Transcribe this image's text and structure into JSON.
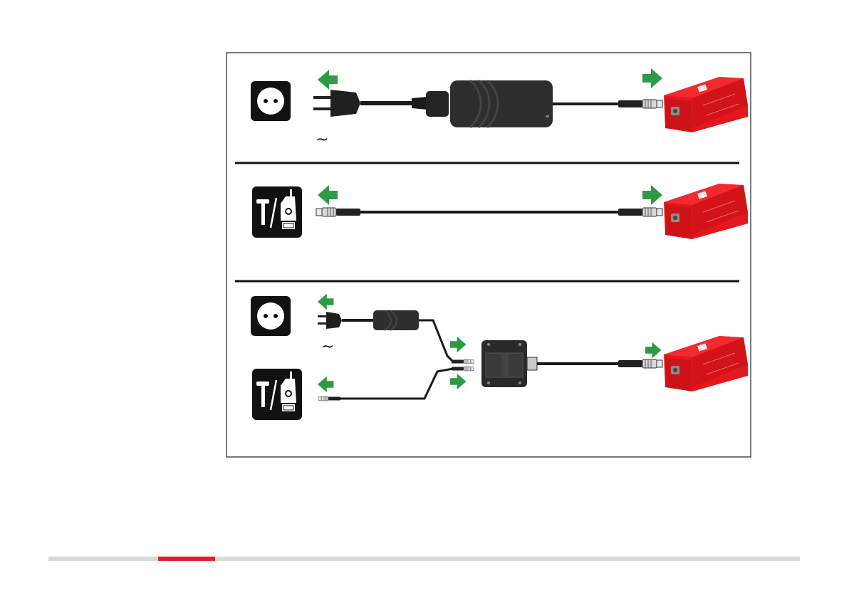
{
  "diagram": {
    "ac_symbol": "~",
    "colors": {
      "arrow": "#2f9a44",
      "device": "#e3171c",
      "device_dark": "#b20f14",
      "cable": "#1a1a1a",
      "adapter": "#2e2e2e",
      "divider": "#111111",
      "frame": "#222222",
      "icon_bg": "#111111"
    },
    "icons": [
      "power-outlet-icon",
      "surveying-instrument-icon",
      "power-adapter",
      "junction-box",
      "red-device",
      "arrow-left-icon",
      "arrow-right-icon"
    ]
  },
  "footer": {
    "progress": 0.215,
    "track_color": "#d9d9d9",
    "progress_color": "#e3202b"
  }
}
